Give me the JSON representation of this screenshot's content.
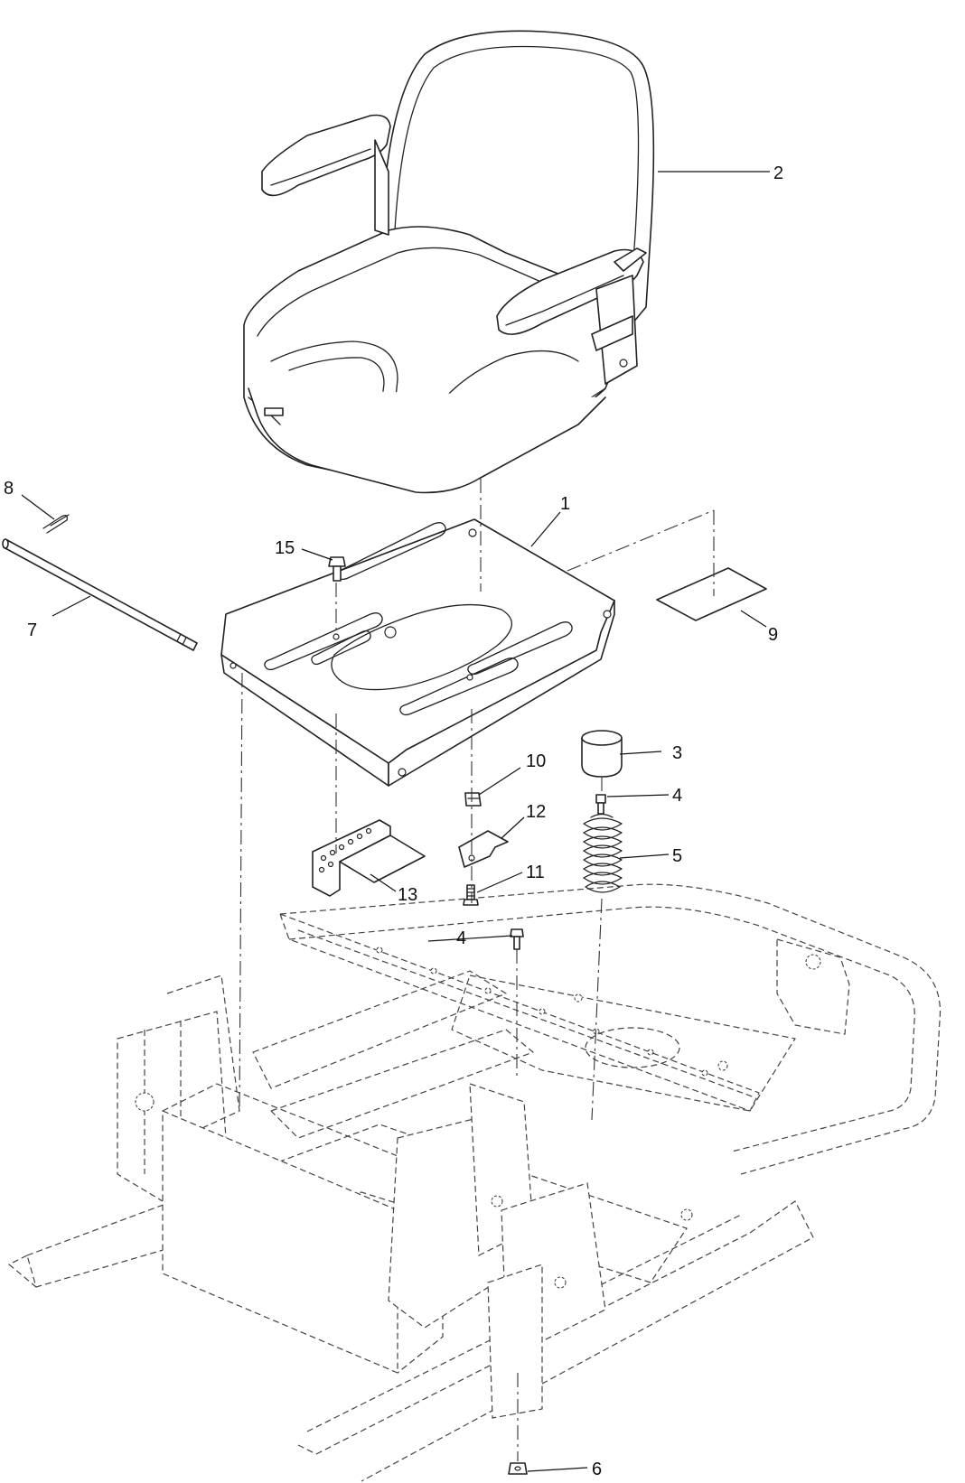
{
  "callouts": [
    {
      "id": "1",
      "text": "1"
    },
    {
      "id": "2",
      "text": "2"
    },
    {
      "id": "3",
      "text": "3"
    },
    {
      "id": "4a",
      "text": "4"
    },
    {
      "id": "4b",
      "text": "4"
    },
    {
      "id": "5",
      "text": "5"
    },
    {
      "id": "6",
      "text": "6"
    },
    {
      "id": "7",
      "text": "7"
    },
    {
      "id": "8",
      "text": "8"
    },
    {
      "id": "9",
      "text": "9"
    },
    {
      "id": "10",
      "text": "10"
    },
    {
      "id": "11",
      "text": "11"
    },
    {
      "id": "12",
      "text": "12"
    },
    {
      "id": "13",
      "text": "13"
    },
    {
      "id": "15",
      "text": "15"
    }
  ]
}
